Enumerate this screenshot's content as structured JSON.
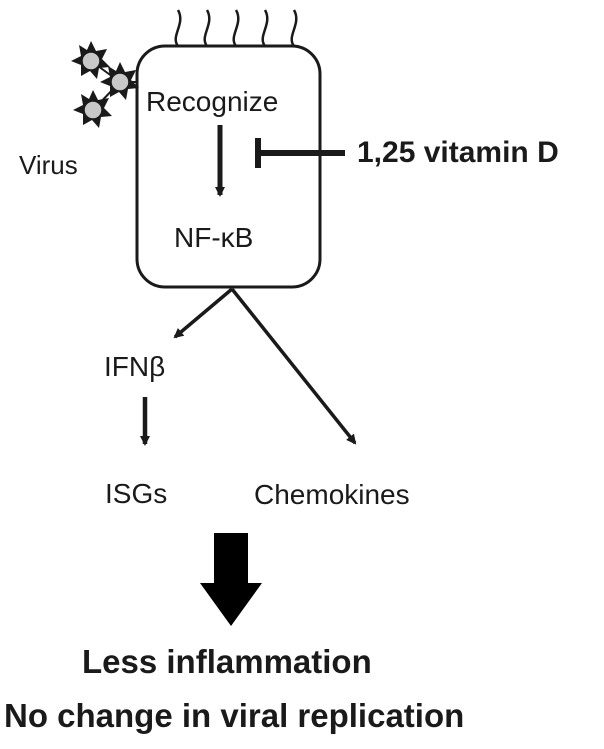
{
  "diagram": {
    "virus_label": "Virus",
    "recognize_label": "Recognize",
    "nfkb_label": "NF-κB",
    "inhibitor_label": "1,25 vitamin D",
    "ifnb_label": "IFNβ",
    "isgs_label": "ISGs",
    "chemokines_label": "Chemokines",
    "outcome_line1": "Less inflammation",
    "outcome_line2": "No change in viral replication"
  },
  "colors": {
    "stroke": "#1a1a1a",
    "virus_fill": "#c8c8c8",
    "background": "#ffffff"
  },
  "icons": {
    "virus": "virus-particle-icon",
    "cell": "cell-outline",
    "block": "inhibition-t-bar",
    "outcome": "block-down-arrow"
  }
}
